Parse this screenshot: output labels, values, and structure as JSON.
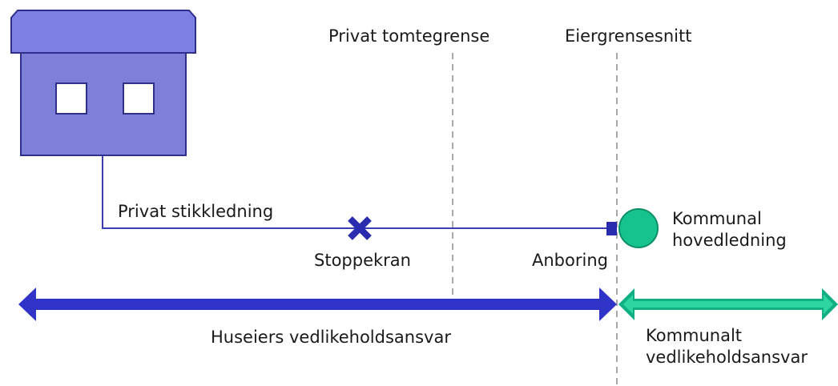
{
  "labels": {
    "private_plot_boundary": "Privat tomtegrense",
    "owner_interface": "Eiergrensesnitt",
    "private_service_pipe": "Privat stikkledning",
    "stop_valve": "Stoppekran",
    "tapping": "Anboring",
    "municipal_main": [
      "Kommunal",
      "hovedledning"
    ],
    "homeowner_responsibility": "Huseiers vedlikeholdsansvar",
    "municipal_responsibility": [
      "Kommunalt",
      "vedlikeholdsansvar"
    ]
  },
  "colors": {
    "house_roof": "#7f80e3",
    "house_wall": "#7e7fd8",
    "house_outline": "#2e2f8a",
    "pipe": "#3b3db5",
    "stop_valve": "#2a2cb0",
    "homeowner_arrow": "#2f33c8",
    "municipal_arrow": "#11b084",
    "municipal_main": "#16c38f",
    "boundary_line": "#a9a9a9"
  }
}
